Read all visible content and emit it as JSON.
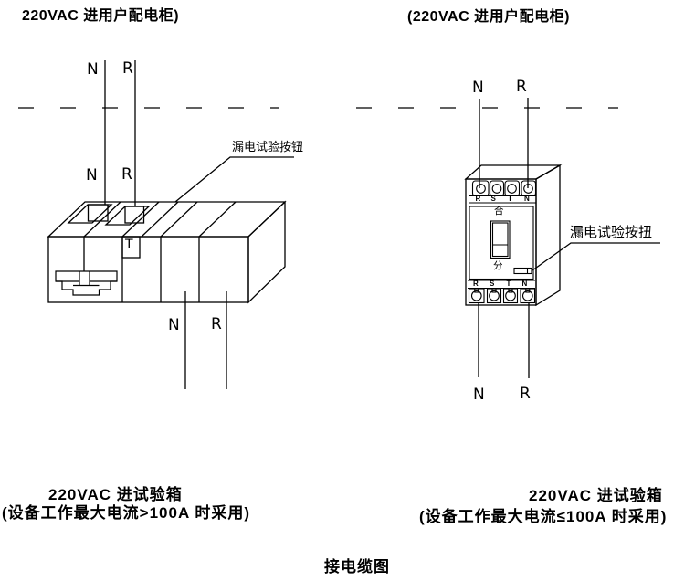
{
  "header": {
    "left_title": "220VAC 进用户配电柜)",
    "right_title": "(220VAC 进用户配电柜)"
  },
  "left_diagram": {
    "wire_n": "N",
    "wire_r": "R",
    "test_button_label": "漏电试验按钮",
    "spare_marker": "T",
    "caption_line1": "220VAC 进试验箱",
    "caption_line2": "(设备工作最大电流>100A 时采用)"
  },
  "right_diagram": {
    "wire_n": "N",
    "wire_r": "R",
    "terminal_labels_top": [
      "R",
      "S",
      "T",
      "N"
    ],
    "terminal_labels_bottom": [
      "R",
      "S",
      "T",
      "N"
    ],
    "switch_close_label": "合",
    "switch_open_label": "分",
    "test_button_label": "漏电试验按扭",
    "caption_line1": "220VAC 进试验箱",
    "caption_line2": "(设备工作最大电流≤100A 时采用)"
  },
  "footer": {
    "title": "接电缆图"
  },
  "colors": {
    "line": "#000000",
    "background": "#ffffff"
  }
}
